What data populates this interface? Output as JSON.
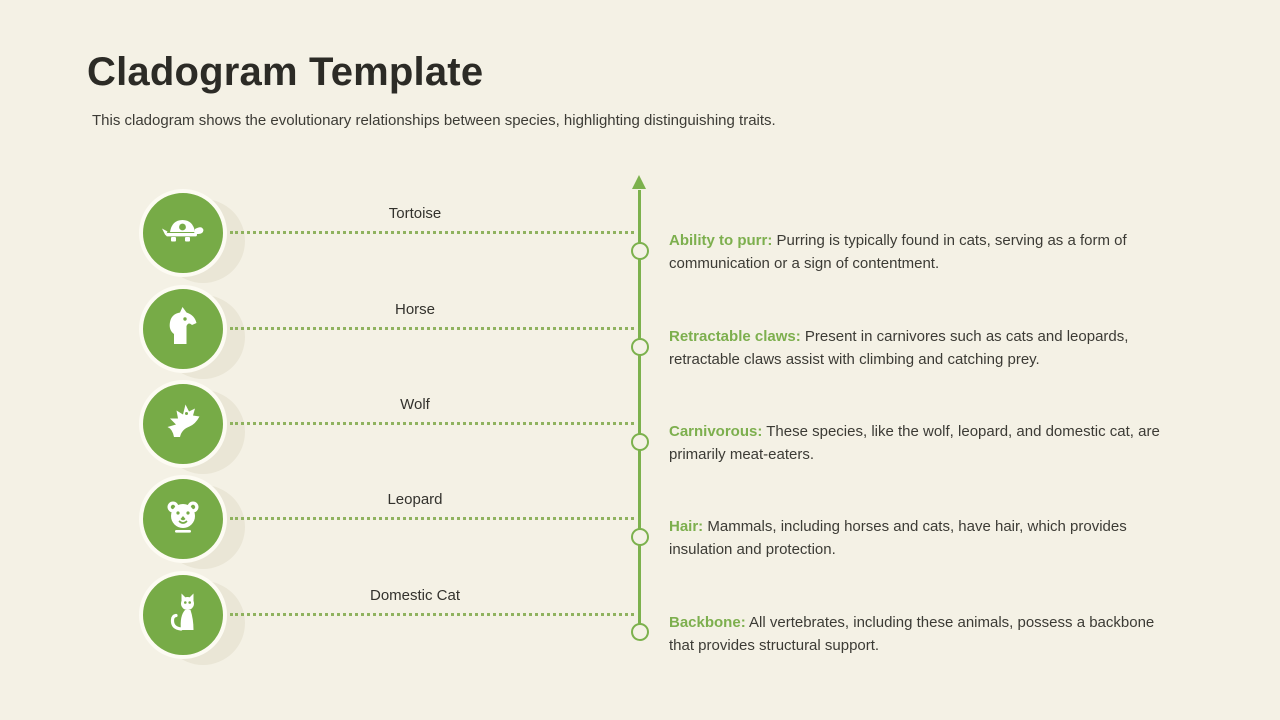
{
  "slide": {
    "title": "Cladogram Template",
    "subtitle": "This cladogram shows the evolutionary relationships between species, highlighting distinguishing traits."
  },
  "species": [
    {
      "name": "Tortoise",
      "icon": "tortoise-icon"
    },
    {
      "name": "Horse",
      "icon": "horse-icon"
    },
    {
      "name": "Wolf",
      "icon": "wolf-icon"
    },
    {
      "name": "Leopard",
      "icon": "leopard-icon"
    },
    {
      "name": "Domestic Cat",
      "icon": "cat-icon"
    }
  ],
  "traits": [
    {
      "label": "Ability to purr:",
      "description": "Purring is typically found in cats, serving as a form of communication or a sign of contentment."
    },
    {
      "label": "Retractable claws:",
      "description": "Present in carnivores such as cats and leopards, retractable claws assist with climbing and catching prey."
    },
    {
      "label": "Carnivorous:",
      "description": "These species, like the wolf, leopard, and domestic cat, are primarily meat-eaters."
    },
    {
      "label": "Hair:",
      "description": "Mammals, including horses and cats, have hair, which provides insulation and protection."
    },
    {
      "label": "Backbone:",
      "description": "All vertebrates, including these animals, possess a backbone that provides structural support."
    }
  ],
  "colors": {
    "background": "#F4F1E5",
    "accent_green": "#77AB47",
    "stem_green": "#7CB14D",
    "dotted_green": "#8FB25F",
    "trait_label_green": "#7DAF4E",
    "title_text": "#2C2B26",
    "body_text": "#3C3B35",
    "icon_shadow": "#EAE6D6",
    "icon_ring": "#FDFBF3"
  }
}
